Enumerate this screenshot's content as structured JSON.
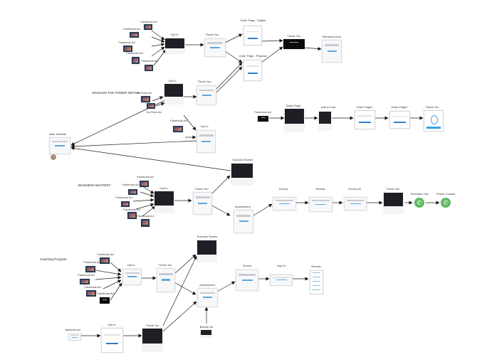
{
  "sections": {
    "unleash": "UNLEASH THE POWER WITHIN",
    "business": "BUSINESS MASTERY",
    "coaching": "Coaching Program"
  },
  "labels": {
    "facebook_ad": "Facebook Ad",
    "youtube_ad": "YouTube Ad",
    "adwords_ad": "Adwords Ad",
    "banner_ad": "Banner Ad",
    "opt_in": "Opt In",
    "thank_you": "Thank You",
    "order_page_digital": "Order Page - Digital",
    "order_page_physical": "Order Page - Physical",
    "members_area": "Members Area",
    "main_website": "Main Website",
    "sales_page": "Sales Page",
    "add_to_cart": "Add to Cart",
    "order_page1": "Order Page1",
    "order_page2": "Order Page2",
    "success_stories": "Success Stories",
    "assessment": "Assessment",
    "survey": "Survey",
    "results": "Results",
    "survey_2": "Survey #2",
    "schedule_call": "Schedule Call",
    "phone_consult": "Phone Consult",
    "opt_in_2": "2opt In"
  }
}
